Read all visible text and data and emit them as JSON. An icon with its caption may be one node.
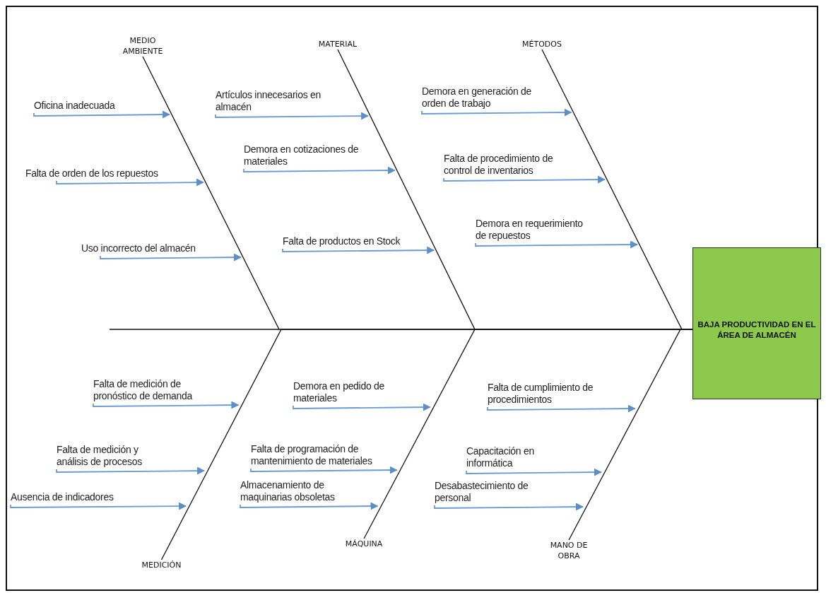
{
  "diagram": {
    "nodes": [
      {
        "text": [
          "MEDIO AMBIENTE"
        ]
      },
      {
        "text": [
          "MATERIAL"
        ]
      },
      {
        "text": [
          "MÉTODOS"
        ]
      },
      {
        "text": [
          "Oficina inadecuada"
        ]
      },
      {
        "text": [
          "Falta de orden de los repuestos"
        ]
      },
      {
        "text": [
          "Uso incorrecto del almacén"
        ]
      },
      {
        "text": [
          "Artículos innecesarios en almacén"
        ]
      },
      {
        "text": [
          "Demora en cotizaciones de materiales"
        ]
      },
      {
        "text": [
          "Falta de productos en Stock"
        ]
      },
      {
        "text": [
          "Demora en generación de orden de trabajo"
        ]
      },
      {
        "text": [
          "Falta de procedimiento de control de inventarios"
        ]
      },
      {
        "text": [
          "Demora en requerimiento de repuestos"
        ]
      },
      {
        "text": [
          "BAJA PRODUCTIVIDAD EN EL ÁREA DE ALMACÉN"
        ]
      },
      {
        "text": [
          "Falta de medición de pronóstico de demanda"
        ]
      },
      {
        "text": [
          "Falta de medición y análisis de procesos"
        ]
      },
      {
        "text": [
          "Ausencia de indicadores"
        ]
      },
      {
        "text": [
          "Demora en pedido de materiales"
        ]
      },
      {
        "text": [
          "Falta de programación de mantenimiento de materiales"
        ]
      },
      {
        "text": [
          "Almacenamiento de maquinarias obsoletas"
        ]
      },
      {
        "text": [
          "Falta de cumplimiento de procedimientos"
        ]
      },
      {
        "text": [
          "Capacitación en informática"
        ]
      },
      {
        "text": [
          "Desabastecimiento de personal"
        ]
      },
      {
        "text": [
          "MEDICIÓN"
        ]
      },
      {
        "text": [
          "MÁQUINA"
        ]
      },
      {
        "text": [
          "MANO DE OBRA"
        ]
      }
    ],
    "edges": [
      {
        "from": 3,
        "to": null,
        "arrow": "to"
      },
      {
        "from": 4,
        "to": null,
        "arrow": "to"
      },
      {
        "from": 5,
        "to": null,
        "arrow": "to"
      },
      {
        "from": 6,
        "to": null,
        "arrow": "to"
      },
      {
        "from": 7,
        "to": null,
        "arrow": "to"
      },
      {
        "from": 8,
        "to": null,
        "arrow": "to"
      },
      {
        "from": 9,
        "to": null,
        "arrow": "to"
      },
      {
        "from": 10,
        "to": null,
        "arrow": "to"
      },
      {
        "from": 11,
        "to": null,
        "arrow": "to"
      },
      {
        "from": 13,
        "to": null,
        "arrow": "to"
      },
      {
        "from": 14,
        "to": null,
        "arrow": "to"
      },
      {
        "from": 15,
        "to": null,
        "arrow": "to"
      },
      {
        "from": 16,
        "to": null,
        "arrow": "to"
      },
      {
        "from": 17,
        "to": null,
        "arrow": "to"
      },
      {
        "from": 18,
        "to": null,
        "arrow": "to"
      },
      {
        "from": 19,
        "to": null,
        "arrow": "to"
      },
      {
        "from": 20,
        "to": null,
        "arrow": "to"
      },
      {
        "from": 21,
        "to": null,
        "arrow": "to"
      },
      {
        "from": 0,
        "to": 12,
        "arrow": "none",
        "color": "#111111"
      },
      {
        "from": 1,
        "to": 12,
        "arrow": "none",
        "color": "#111111"
      },
      {
        "from": 2,
        "to": 12,
        "arrow": "none",
        "color": "#111111"
      },
      {
        "from": 22,
        "to": 12,
        "arrow": "none",
        "color": "#111111"
      },
      {
        "from": 23,
        "to": 12,
        "arrow": "none",
        "color": "#111111"
      },
      {
        "from": 24,
        "to": 12,
        "arrow": "none",
        "color": "#111111"
      }
    ]
  }
}
